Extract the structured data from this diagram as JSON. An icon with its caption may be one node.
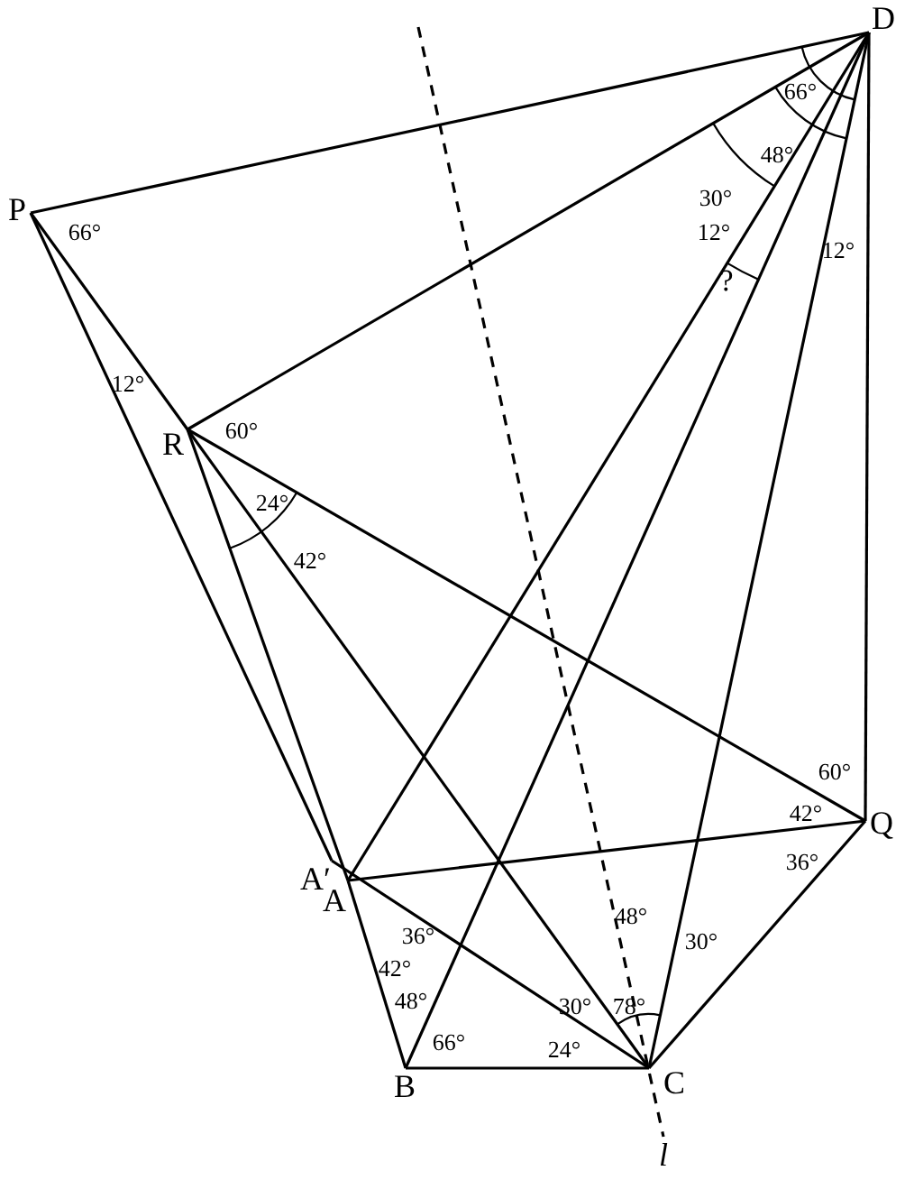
{
  "diagram": {
    "nodes": [
      {
        "text": [
          "P"
        ]
      },
      {
        "text": [
          "D"
        ]
      },
      {
        "text": [
          "R"
        ]
      },
      {
        "text": [
          "Q"
        ]
      },
      {
        "text": [
          "A′"
        ]
      },
      {
        "text": [
          "A"
        ]
      },
      {
        "text": [
          "B"
        ]
      },
      {
        "text": [
          "C"
        ]
      },
      {
        "text": [
          "l"
        ]
      }
    ],
    "edges": [
      {
        "from": 0,
        "to": 1,
        "arrow": "none"
      },
      {
        "from": 0,
        "to": 2,
        "arrow": "none"
      },
      {
        "from": 2,
        "to": 7,
        "arrow": "none"
      },
      {
        "from": 0,
        "to": 4,
        "arrow": "none"
      },
      {
        "from": 2,
        "to": 5,
        "arrow": "none"
      },
      {
        "from": 2,
        "to": 1,
        "arrow": "none"
      },
      {
        "from": 2,
        "to": 3,
        "arrow": "none"
      },
      {
        "from": 1,
        "to": 5,
        "arrow": "none"
      },
      {
        "from": 1,
        "to": 6,
        "arrow": "none"
      },
      {
        "from": 1,
        "to": 7,
        "arrow": "none"
      },
      {
        "from": 1,
        "to": 3,
        "arrow": "none"
      },
      {
        "from": 5,
        "to": 3,
        "arrow": "none"
      },
      {
        "from": 5,
        "to": 6,
        "arrow": "none"
      },
      {
        "from": 4,
        "to": 7,
        "arrow": "none"
      },
      {
        "from": 6,
        "to": 7,
        "arrow": "none"
      },
      {
        "from": 7,
        "to": 3,
        "arrow": "none"
      },
      {
        "from": null,
        "to": 8,
        "arrow": "none",
        "style": "dashed"
      }
    ],
    "labels": [
      "66°",
      "48°",
      "30°",
      "66°",
      "12°",
      "12°",
      "?",
      "12°",
      "60°",
      "24°",
      "42°",
      "60°",
      "42°",
      "36°",
      "48°",
      "36°",
      "30°",
      "42°",
      "48°",
      "30°",
      "78°",
      "66°",
      "24°"
    ]
  }
}
